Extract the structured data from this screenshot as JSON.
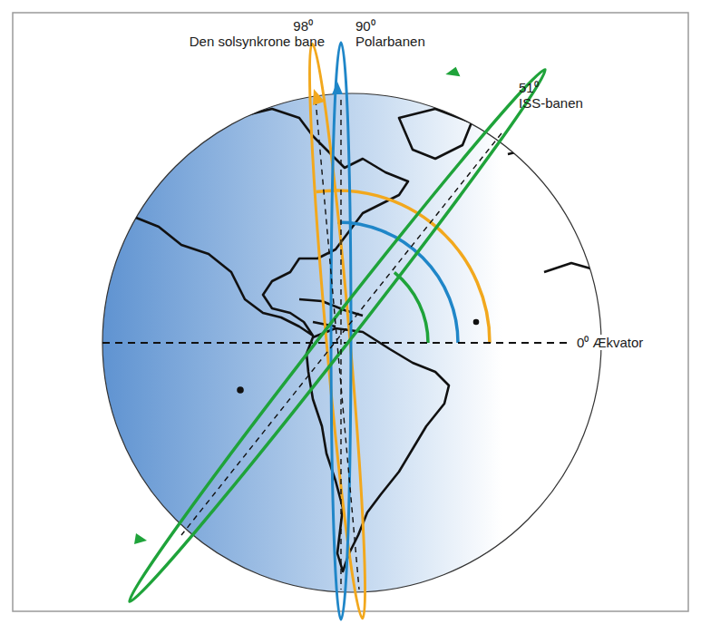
{
  "diagram": {
    "labels": [
      "98⁰",
      "Den solsynkrone bane",
      "90⁰",
      "Polarbanen",
      "51⁰",
      "ISS-banen",
      "0⁰ Ækvator"
    ]
  }
}
